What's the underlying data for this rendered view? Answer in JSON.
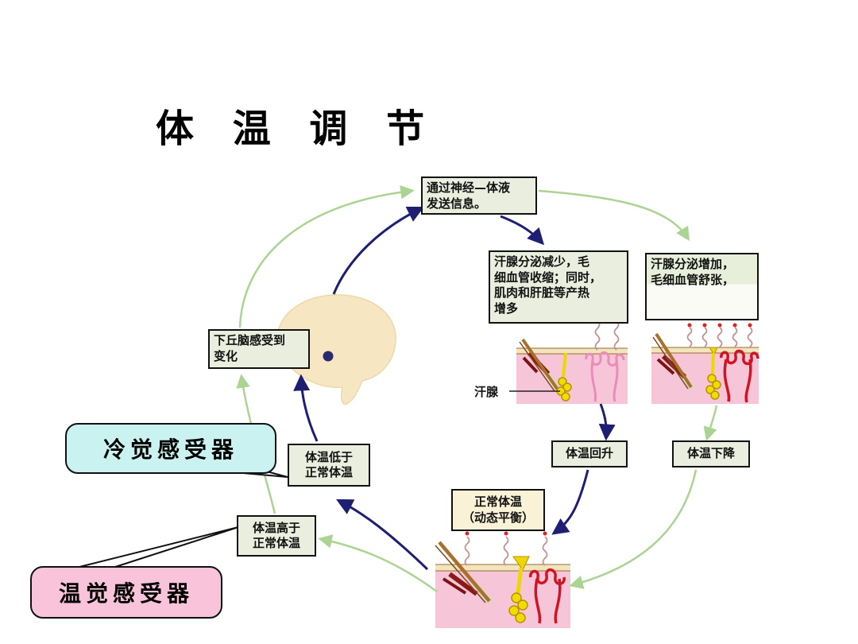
{
  "title": "体 温 调 节",
  "boxes": {
    "message": "通过神经—体液\n发送信息。",
    "decrease": "汗腺分泌减少，毛\n细血管收缩；同时，\n肌肉和肝脏等产热\n增多",
    "increase": "汗腺分泌增加，\n毛细血管舒张，",
    "hypothalamus": "下丘脑感受到\n变化",
    "below_normal": "体温低于\n正常体温",
    "above_normal": "体温高于\n正常体温",
    "temp_rise": "体温回升",
    "temp_fall": "体温下降",
    "normal": "正常体温\n（动态平衡）",
    "sweat_gland": "汗腺"
  },
  "callouts": {
    "cold_receptor": "冷觉感受器",
    "warm_receptor": "温觉感受器"
  },
  "colors": {
    "box_green": "#e9eedf",
    "box_cream": "#f9f2d6",
    "callout_cyan": "#c9f2f0",
    "callout_pink": "#f9c3d9",
    "arrow_green": "#abd493",
    "arrow_navy": "#1e1e72",
    "skin_pink": "#f6c6d8",
    "skin_surface": "#f2e4bc",
    "vessel_red": "#cf1524",
    "vessel_pale": "#e88cb8",
    "gland_yellow": "#ecd800",
    "hair_brown": "#a8702c",
    "brain_beige": "#f7e6c2"
  }
}
